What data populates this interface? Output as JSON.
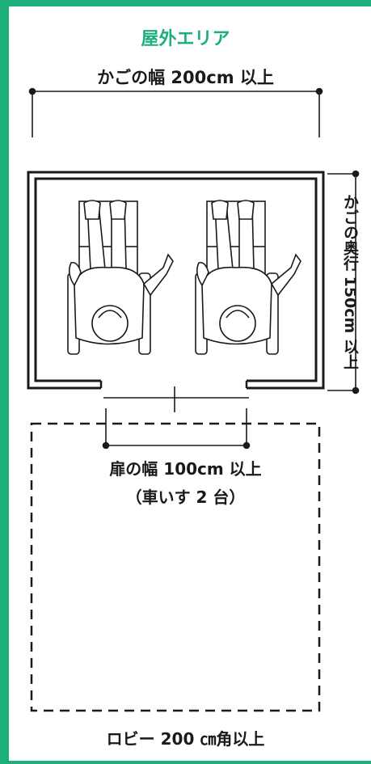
{
  "title": "屋外エリア",
  "car_width_label": "かごの幅 200cm 以上",
  "car_depth_label": "かごの奥行 150cm 以上",
  "door_width_label": "扉の幅 100cm 以上",
  "capacity_label": "（車いす 2 台）",
  "lobby_label": "ロビー 200 ㎝角以上",
  "colors": {
    "accent": "#1daf7a",
    "line": "#1a1a1a"
  },
  "icons": [
    "wheelchair-user-icon",
    "wheelchair-user-icon"
  ]
}
